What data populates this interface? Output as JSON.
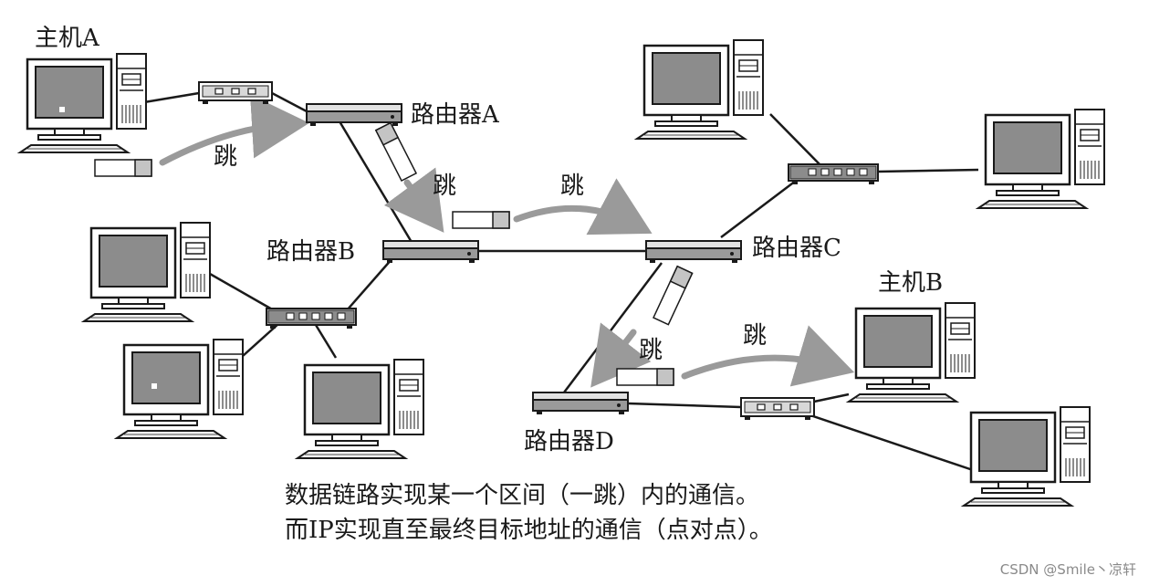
{
  "labels": {
    "host_a": "主机A",
    "host_b": "主机B",
    "router_a": "路由器A",
    "router_b": "路由器B",
    "router_c": "路由器C",
    "router_d": "路由器D",
    "hop": "跳"
  },
  "caption": {
    "line1": "数据链路实现某一个区间（一跳）内的通信。",
    "line2": "而IP实现直至最终目标地址的通信（点对点）。"
  },
  "watermark": "CSDN @Smile丶凉轩",
  "colors": {
    "line": "#1a1a1a",
    "arrow": "#9a9a9a",
    "screen": "#8c8c8c",
    "device": "#d8d8d8"
  }
}
